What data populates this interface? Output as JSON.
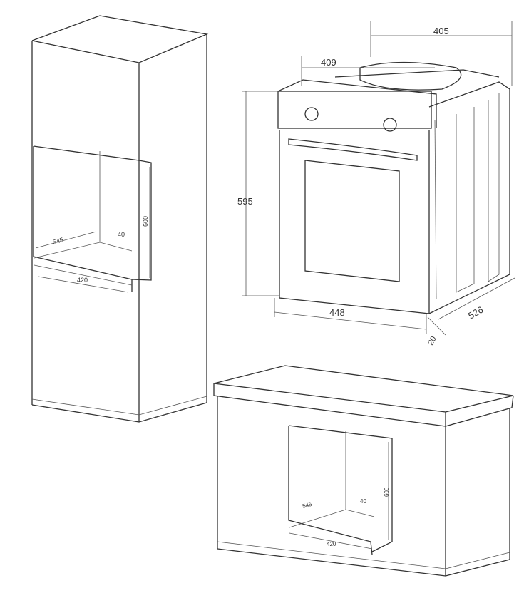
{
  "tall_cabinet": {
    "depth": "545",
    "gap": "40",
    "height": "600",
    "width": "420"
  },
  "oven": {
    "top_depth": "405",
    "panel_depth": "409",
    "height": "595",
    "width": "448",
    "side_depth": "526",
    "front_offset": "20"
  },
  "base_cabinet": {
    "depth": "545",
    "gap": "40",
    "height": "600",
    "width": "420"
  }
}
